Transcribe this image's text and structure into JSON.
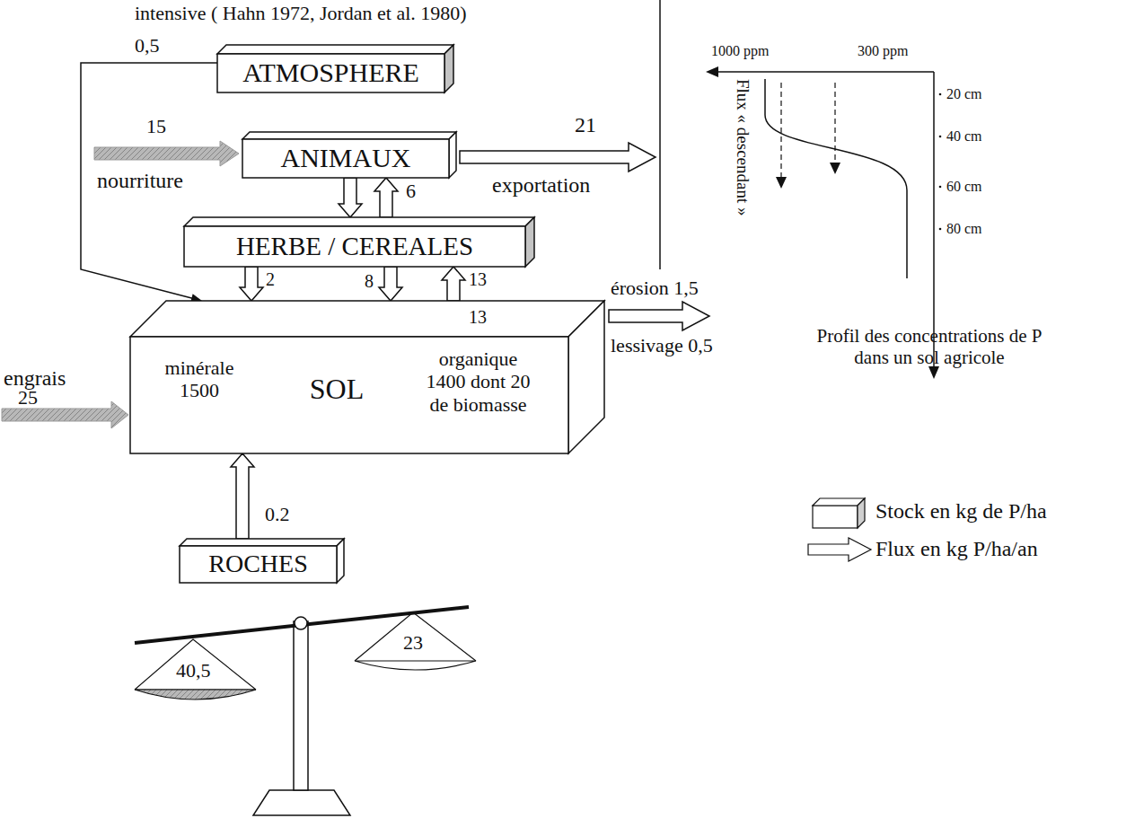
{
  "diagram": {
    "nodes": [
      {
        "text": [
          "ATMOSPHERE"
        ]
      },
      {
        "text": [
          "ANIMAUX"
        ]
      },
      {
        "text": [
          "HERBE / CEREALES"
        ]
      },
      {
        "text": [
          "minérale 1500",
          "SOL",
          "organique 1400 dont 20 de biomasse"
        ]
      },
      {
        "text": [
          "ROCHES"
        ]
      }
    ],
    "edges": [
      {
        "from": 0,
        "to": 3,
        "arrow": "to",
        "label": "0,5"
      },
      {
        "from": 1,
        "to": 2,
        "arrow": "to"
      },
      {
        "from": 2,
        "to": 1,
        "arrow": "to",
        "label": "6"
      },
      {
        "from": 2,
        "to": 3,
        "arrow": "to",
        "label": "2"
      },
      {
        "from": 2,
        "to": 3,
        "arrow": "to",
        "label": "8"
      },
      {
        "from": 3,
        "to": 2,
        "arrow": "to",
        "label": "13"
      },
      {
        "from": 4,
        "to": 3,
        "arrow": "to",
        "label": "0.2"
      }
    ],
    "labels": [
      "intensive ( Hahn 1972, Jordan et al. 1980)",
      "15",
      "nourriture",
      "21",
      "exportation",
      "13",
      "engrais",
      "25",
      "érosion 1,5",
      "lessivage 0,5",
      "40,5",
      "23",
      "1000 ppm",
      "300 ppm",
      "Flux « descendant »",
      "20 cm",
      "40 cm",
      "60 cm",
      "80 cm",
      "Profil des concentrations de P dans un sol agricole"
    ],
    "legend": [
      {
        "text": "Stock en kg de P/ha"
      },
      {
        "text": "Flux en kg P/ha/an"
      }
    ]
  }
}
